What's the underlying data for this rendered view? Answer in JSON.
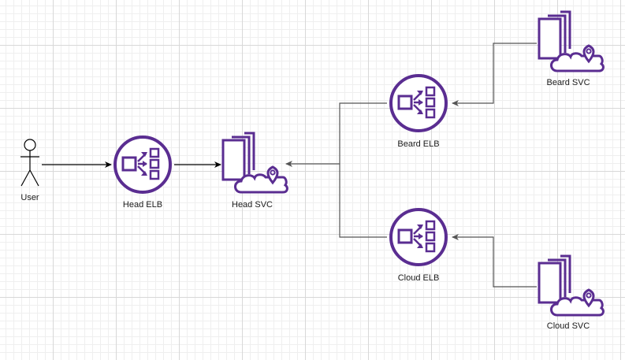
{
  "diagram": {
    "nodes": {
      "user": {
        "label": "User",
        "icon": "stick-figure-actor-icon"
      },
      "head_elb": {
        "label": "Head ELB",
        "icon": "load-balancer-icon"
      },
      "head_svc": {
        "label": "Head SVC",
        "icon": "service-documents-cloud-icon"
      },
      "beard_elb": {
        "label": "Beard ELB",
        "icon": "load-balancer-icon"
      },
      "cloud_elb": {
        "label": "Cloud ELB",
        "icon": "load-balancer-icon"
      },
      "beard_svc": {
        "label": "Beard SVC",
        "icon": "service-documents-cloud-icon"
      },
      "cloud_svc": {
        "label": "Cloud SVC",
        "icon": "service-documents-cloud-icon"
      }
    },
    "edges": [
      {
        "from": "user",
        "to": "head_elb"
      },
      {
        "from": "head_elb",
        "to": "head_svc"
      },
      {
        "from": "beard_elb",
        "to": "head_svc"
      },
      {
        "from": "cloud_elb",
        "to": "head_svc"
      },
      {
        "from": "beard_svc",
        "to": "beard_elb"
      },
      {
        "from": "cloud_svc",
        "to": "cloud_elb"
      }
    ],
    "colors": {
      "icon": "#5a2d91",
      "edge_dark": "#000000",
      "edge_gray": "#555555"
    }
  }
}
